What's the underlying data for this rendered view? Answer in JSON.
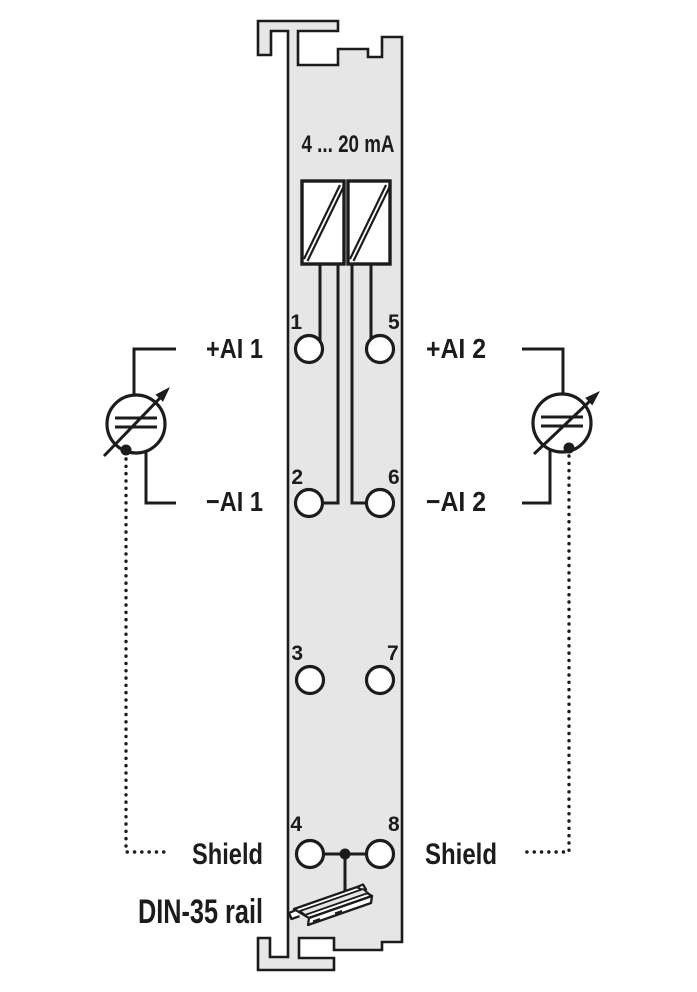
{
  "module": {
    "signal_range": "4 ... 20 mA",
    "rail_label": "DIN-35 rail",
    "terminals": [
      {
        "number": "1",
        "label": "+AI 1"
      },
      {
        "number": "2",
        "label": "−AI 1"
      },
      {
        "number": "3"
      },
      {
        "number": "4",
        "label": "Shield"
      },
      {
        "number": "5",
        "label": "+AI 2"
      },
      {
        "number": "6",
        "label": "−AI 2"
      },
      {
        "number": "7"
      },
      {
        "number": "8",
        "label": "Shield"
      }
    ],
    "icons": {
      "isolation_barrier": "box-with-double-diagonal",
      "current_source": "circle-with-double-bar-and-arrow",
      "din_rail": "din-rail-3d",
      "shield_connection": "dotted-line",
      "junction": "filled-dot"
    },
    "colors": {
      "body": "#e6e6e6",
      "line": "#1c1c1c",
      "white": "#ffffff"
    }
  }
}
